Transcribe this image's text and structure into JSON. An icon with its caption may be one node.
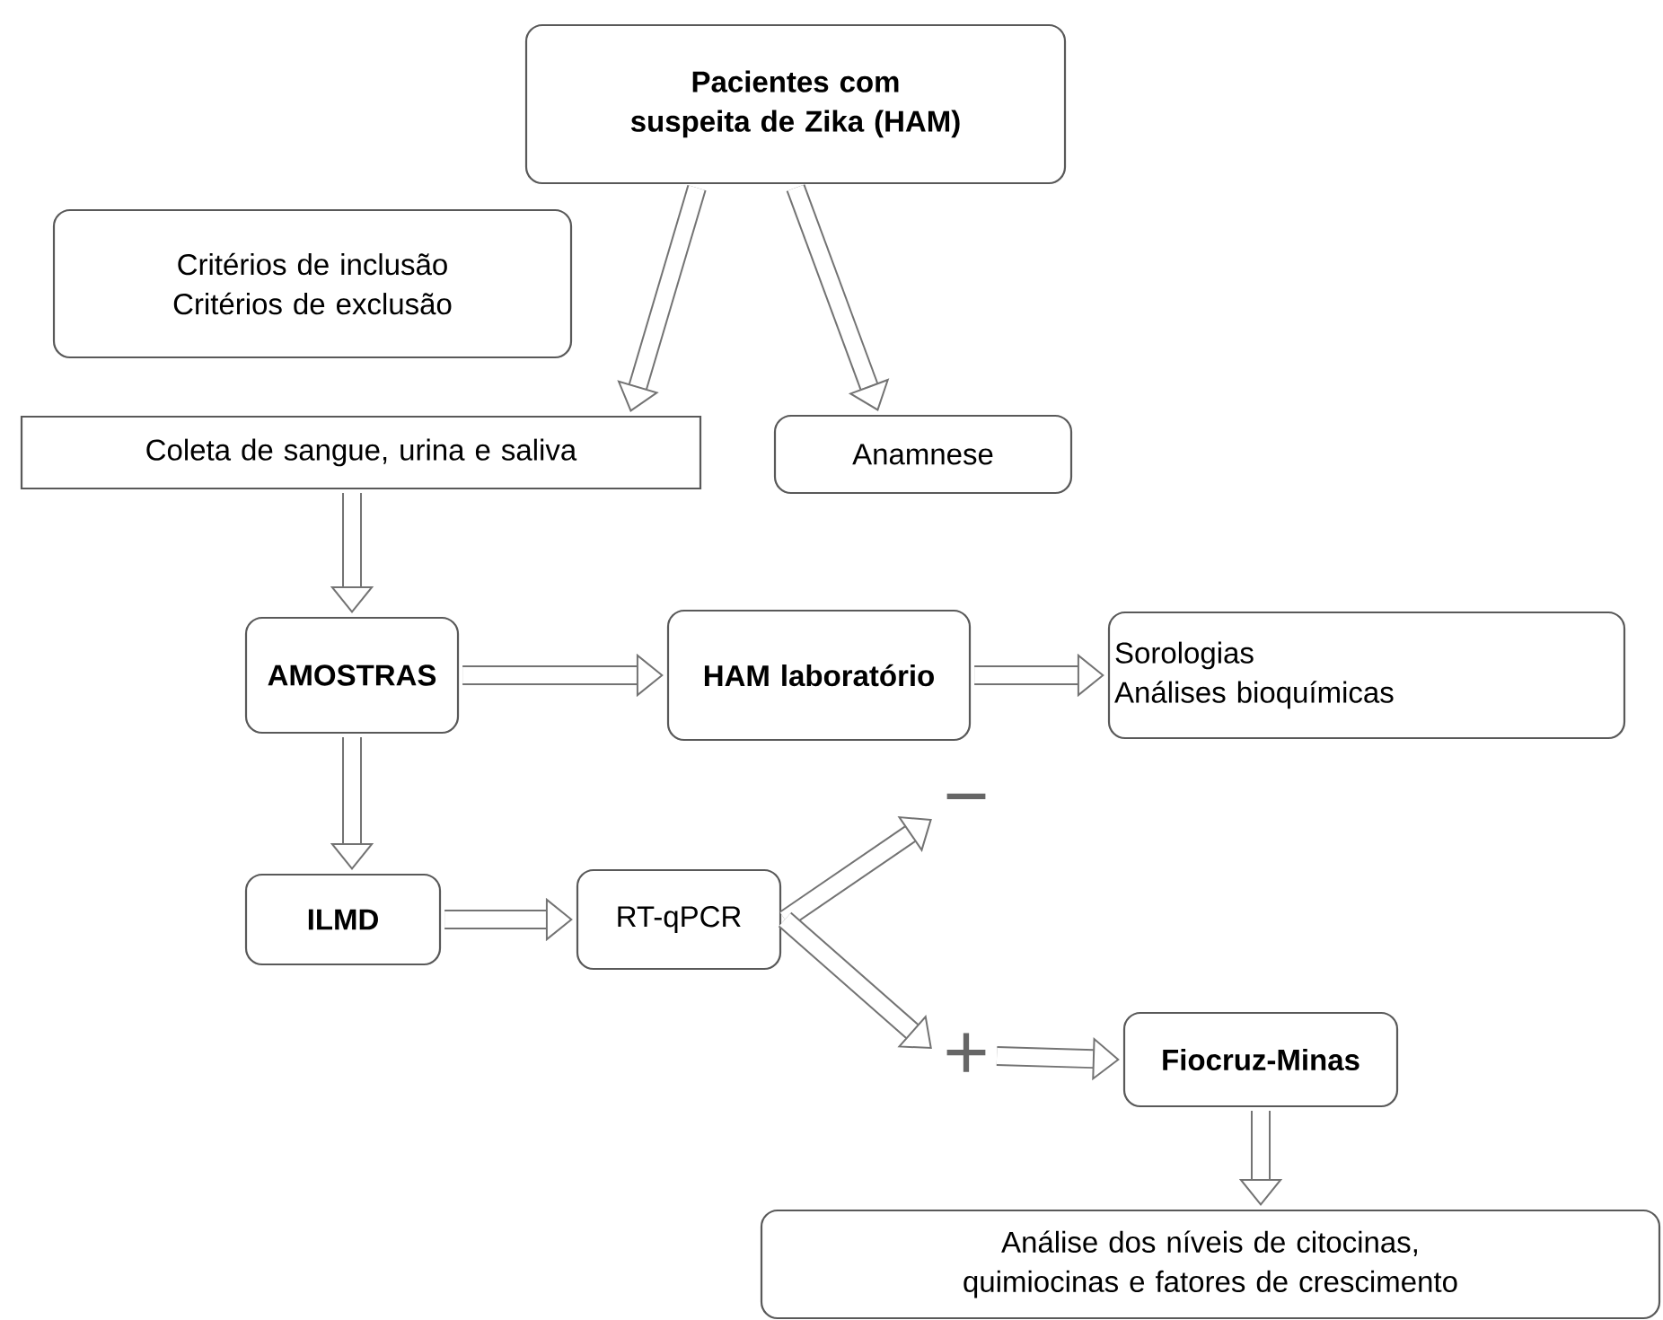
{
  "diagram": {
    "nodes": [
      {
        "text": [
          "Pacientes com suspeita de Zika (HAM)"
        ]
      },
      {
        "text": [
          "Critérios de inclusão",
          "Critérios de exclusão"
        ]
      },
      {
        "text": [
          "Coleta de sangue, urina e saliva"
        ]
      },
      {
        "text": [
          "Anamnese"
        ]
      },
      {
        "text": [
          "AMOSTRAS"
        ]
      },
      {
        "text": [
          "HAM laboratório"
        ]
      },
      {
        "text": [
          "Sorologias",
          "Análises bioquímicas"
        ]
      },
      {
        "text": [
          "ILMD"
        ]
      },
      {
        "text": [
          "RT-qPCR"
        ]
      },
      {
        "text": [
          "Fiocruz-Minas"
        ]
      },
      {
        "text": [
          "Análise dos níveis de citocinas, quimiocinas e fatores de crescimento"
        ]
      },
      {
        "text": [
          "−"
        ]
      },
      {
        "text": [
          "+"
        ]
      }
    ],
    "edges": [
      {
        "from": 0,
        "to": 2,
        "arrow": "to"
      },
      {
        "from": 0,
        "to": 3,
        "arrow": "to"
      },
      {
        "from": 2,
        "to": 4,
        "arrow": "to"
      },
      {
        "from": 4,
        "to": 5,
        "arrow": "to"
      },
      {
        "from": 5,
        "to": 6,
        "arrow": "to"
      },
      {
        "from": 4,
        "to": 7,
        "arrow": "to"
      },
      {
        "from": 7,
        "to": 8,
        "arrow": "to"
      },
      {
        "from": 8,
        "to": 11,
        "arrow": "to"
      },
      {
        "from": 8,
        "to": 12,
        "arrow": "to"
      },
      {
        "from": 12,
        "to": 9,
        "arrow": "to"
      },
      {
        "from": 9,
        "to": 10,
        "arrow": "to"
      }
    ]
  }
}
